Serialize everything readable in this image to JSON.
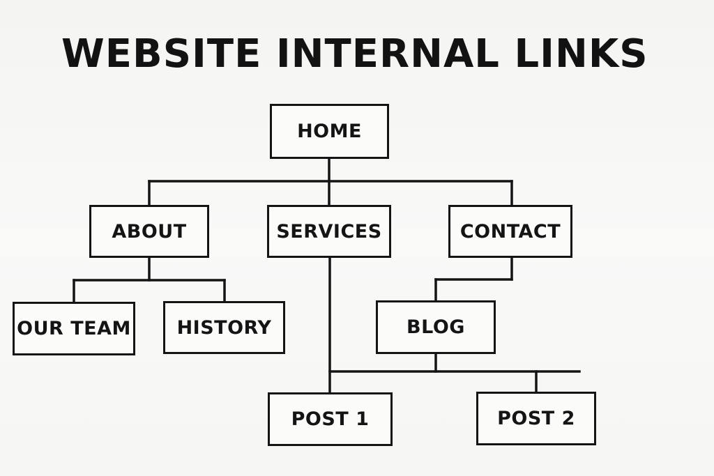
{
  "title": "WEBSITE INTERNAL LINKS",
  "nodes": {
    "home": "HOME",
    "about": "ABOUT",
    "services": "SERVICES",
    "contact": "CONTACT",
    "our_team": "OUR TEAM",
    "history": "HISTORY",
    "blog": "BLOG",
    "post1": "POST 1",
    "post2": "POST 2"
  },
  "edges": [
    [
      "home",
      "about"
    ],
    [
      "home",
      "services"
    ],
    [
      "home",
      "contact"
    ],
    [
      "about",
      "our_team"
    ],
    [
      "about",
      "history"
    ],
    [
      "contact",
      "blog"
    ],
    [
      "services",
      "post1"
    ],
    [
      "blog",
      "post1"
    ],
    [
      "blog",
      "post2"
    ]
  ],
  "colors": {
    "ink": "#141414",
    "background": "#f7f7f5"
  }
}
